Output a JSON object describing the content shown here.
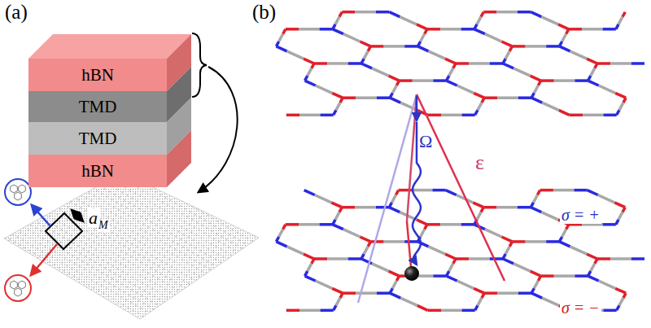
{
  "diagram": {
    "nodes": [
      {
        "text": [
          "hBN"
        ]
      },
      {
        "text": [
          "TMD"
        ]
      },
      {
        "text": [
          "TMD"
        ]
      },
      {
        "text": [
          "hBN"
        ]
      }
    ],
    "labels": [
      "(a)",
      "(b)",
      "a",
      "M",
      "Ω",
      "ε",
      "σ = +",
      "σ = −"
    ]
  }
}
